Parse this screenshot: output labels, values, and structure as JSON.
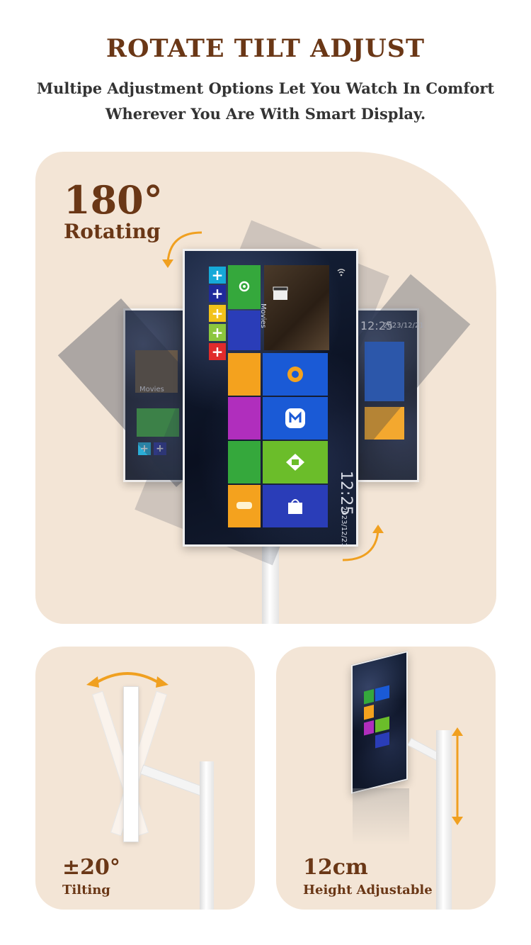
{
  "header": {
    "title": "ROTATE TILT ADJUST",
    "subtitle_line1": "Multipe Adjustment Options Let You Watch In Comfort",
    "subtitle_line2": "Wherever You Are With Smart Display."
  },
  "rotate_panel": {
    "value": "180°",
    "label": "Rotating",
    "screen_time": "12:25",
    "screen_date": "2023/12/21",
    "movies_label": "Movies"
  },
  "tilt_panel": {
    "value": "±20°",
    "label": "Tilting"
  },
  "height_panel": {
    "value": "12cm",
    "label": "Height Adjustable"
  },
  "colors": {
    "accent_brown": "#6a3716",
    "panel_bg": "#f3e5d6",
    "arrow_orange": "#f0a020"
  }
}
